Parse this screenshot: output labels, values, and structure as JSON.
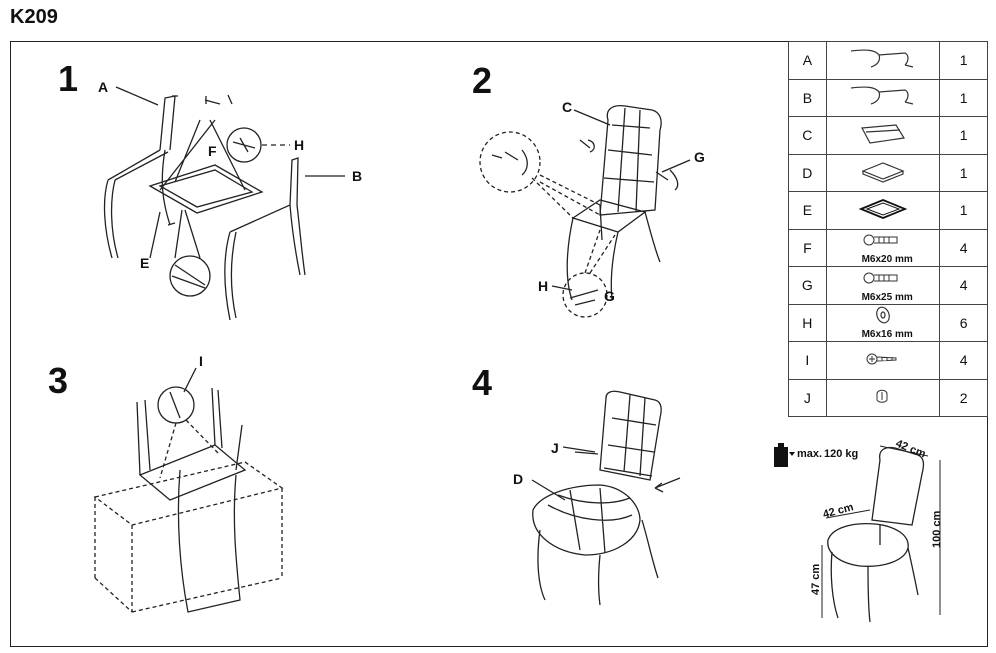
{
  "model": "K209",
  "steps": [
    "1",
    "2",
    "3",
    "4"
  ],
  "callouts": {
    "s1": [
      "A",
      "B",
      "E",
      "F",
      "H"
    ],
    "s2": [
      "C",
      "G",
      "H",
      "G"
    ],
    "s3": [
      "I"
    ],
    "s4": [
      "J",
      "D"
    ]
  },
  "parts": [
    {
      "letter": "A",
      "icon": "chair-leg-frame-icon",
      "spec": "",
      "qty": "1"
    },
    {
      "letter": "B",
      "icon": "chair-leg-frame-icon",
      "spec": "",
      "qty": "1"
    },
    {
      "letter": "C",
      "icon": "backrest-icon",
      "spec": "",
      "qty": "1"
    },
    {
      "letter": "D",
      "icon": "seat-cushion-icon",
      "spec": "",
      "qty": "1"
    },
    {
      "letter": "E",
      "icon": "seat-frame-icon",
      "spec": "",
      "qty": "1"
    },
    {
      "letter": "F",
      "icon": "bolt-icon",
      "spec": "M6x20 mm",
      "qty": "4"
    },
    {
      "letter": "G",
      "icon": "bolt-icon",
      "spec": "M6x25 mm",
      "qty": "4"
    },
    {
      "letter": "H",
      "icon": "washer-icon",
      "spec": "M6x16 mm",
      "qty": "6"
    },
    {
      "letter": "I",
      "icon": "screw-icon",
      "spec": "",
      "qty": "4"
    },
    {
      "letter": "J",
      "icon": "cap-icon",
      "spec": "",
      "qty": "2"
    }
  ],
  "capacity": {
    "label": "max.",
    "value": "120 kg"
  },
  "dimensions": {
    "width": "42 cm",
    "depth": "42 cm",
    "height": "100 cm",
    "seat_height": "47 cm"
  }
}
